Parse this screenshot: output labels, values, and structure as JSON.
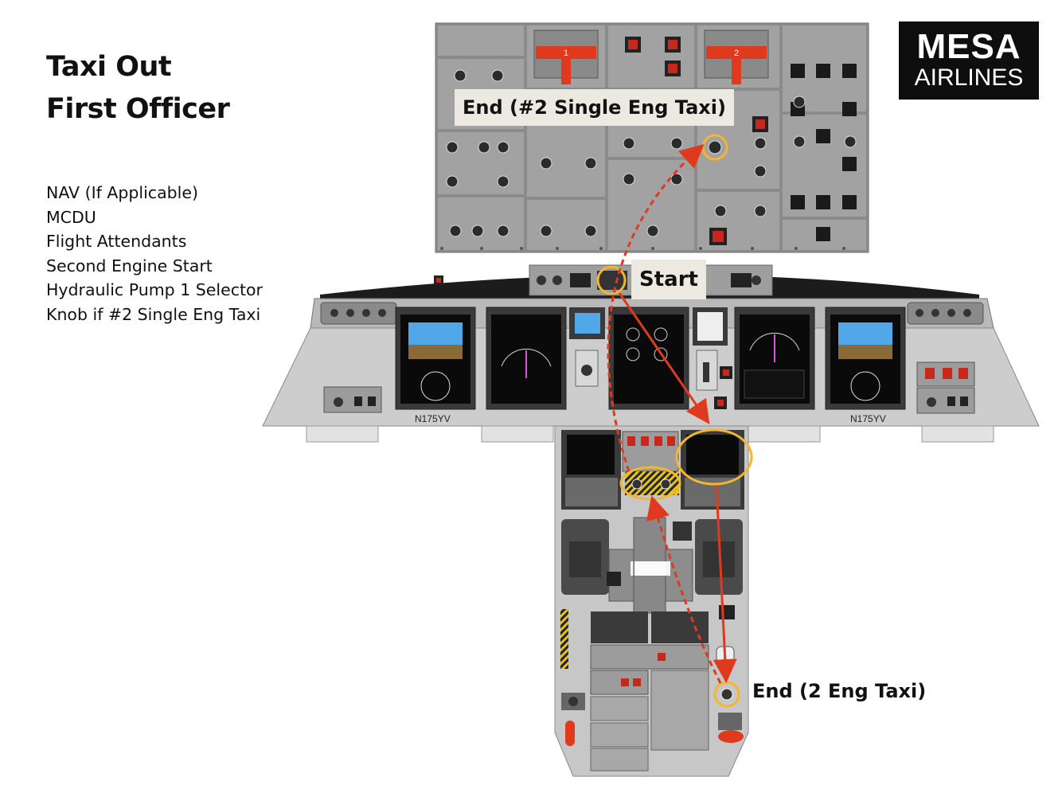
{
  "slide": {
    "title_line1": "Taxi Out",
    "title_line2": "First Officer",
    "items": [
      "NAV (If Applicable)",
      "MCDU",
      "Flight Attendants",
      "Second Engine Start",
      "Hydraulic Pump 1 Selector",
      "Knob if #2 Single Eng Taxi"
    ]
  },
  "logo": {
    "line1": "MESA",
    "line2": "AIRLINES"
  },
  "callouts": {
    "end_single": "End (#2 Single Eng Taxi)",
    "start": "Start",
    "end_two": "End (2 Eng Taxi)"
  },
  "registration_left": "N175YV",
  "registration_right": "N175YV",
  "overhead": {
    "throttle_left": "1",
    "throttle_right": "2"
  },
  "colors": {
    "accent": "#e03a1e",
    "highlight": "#f2b630",
    "panel": "#9a9a9a",
    "panel_dark": "#4a4a4a",
    "callout_bg": "#ece9e1"
  }
}
